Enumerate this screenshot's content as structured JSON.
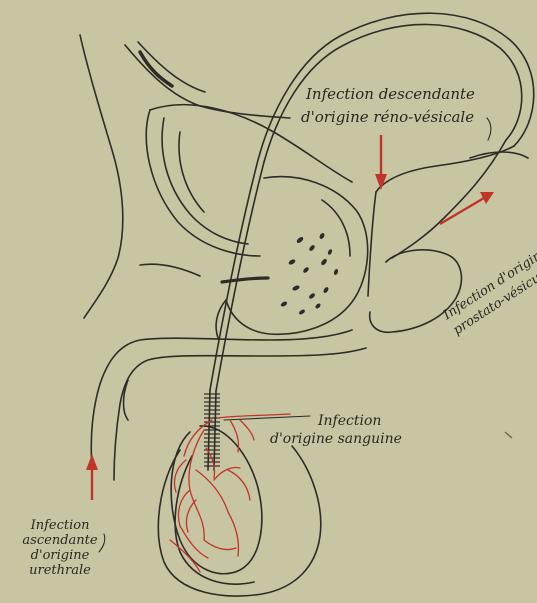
{
  "labels": {
    "descendante_line1": "Infection descendante",
    "descendante_line2": "d'origine réno-vésicale",
    "prostato_line1": "Infection d'origine",
    "prostato_line2": "prostato-vésiculaire",
    "sanguine_line1": "Infection",
    "sanguine_line2": "d'origine sanguine",
    "urethrale_line1": "Infection",
    "urethrale_line2": "ascendante",
    "urethrale_line3": "d'origine",
    "urethrale_line4": "urethrale"
  },
  "colors": {
    "paper": "#c8c5a3",
    "ink": "#2f2c27",
    "vessel_red": "#c0352a"
  }
}
